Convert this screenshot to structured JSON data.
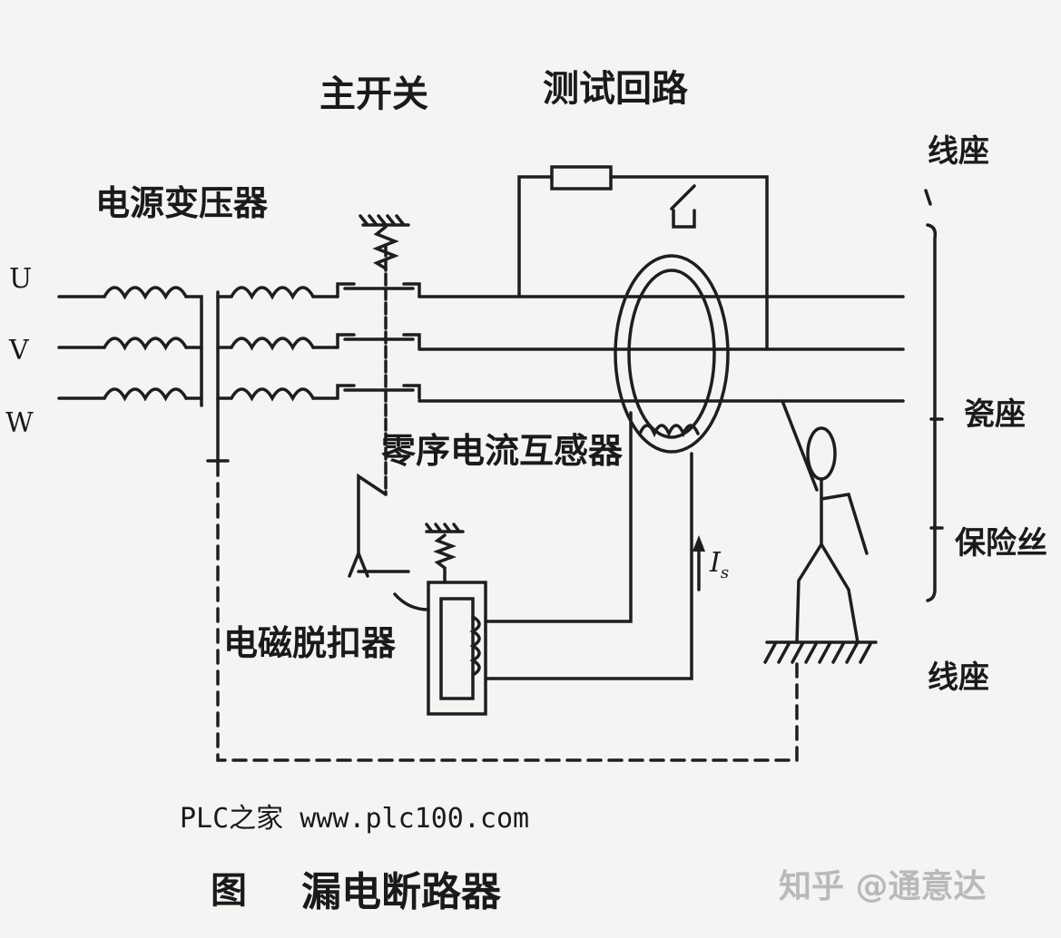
{
  "labels": {
    "phase_u": "U",
    "phase_v": "V",
    "phase_w": "W",
    "transformer": "电源变压器",
    "main_switch": "主开关",
    "test_circuit": "测试回路",
    "zero_sequence_ct": "零序电流互感器",
    "trip_coil": "电磁脱扣器",
    "current_symbol": "I",
    "current_subscript": "s",
    "side_top": "线座",
    "side_middle": "瓷座",
    "side_fuse": "保险丝",
    "side_bottom": "线座",
    "source": "PLC之家 www.plc100.com",
    "figure_prefix": "图",
    "figure_title": "漏电断路器"
  },
  "watermark": "知乎 @通意达",
  "colors": {
    "line": "#1e1e1e",
    "background": "#f4f4f2",
    "watermark": "#b9b9b9"
  }
}
